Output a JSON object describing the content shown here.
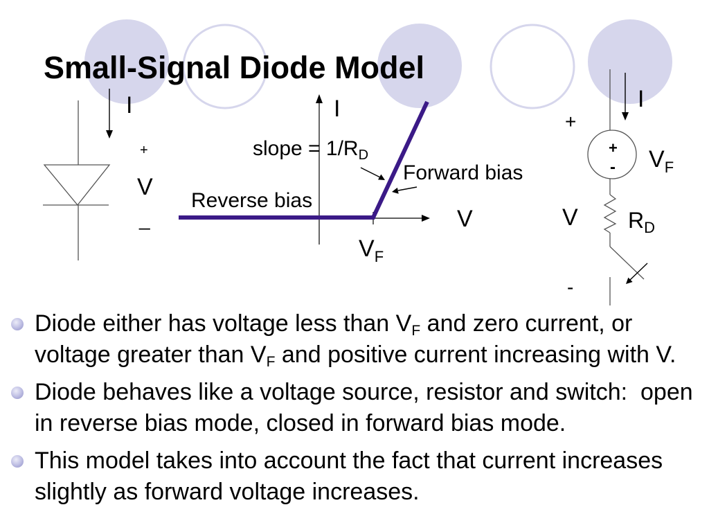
{
  "slide": {
    "title": "Small-Signal Diode Model",
    "accent_color": "#d6d6ec",
    "curve_color": "#3b1a87"
  },
  "diode_symbol": {
    "current_label": "I",
    "plus_label": "+",
    "voltage_label": "V",
    "minus_label": "_"
  },
  "iv_graph": {
    "y_axis_label": "I",
    "x_axis_label": "V",
    "slope_label": "slope = 1/R",
    "slope_label_sub": "D",
    "forward_label": "Forward bias",
    "reverse_label": "Reverse bias",
    "threshold_label": "V",
    "threshold_label_sub": "F"
  },
  "model_circuit": {
    "current_label": "I",
    "plus_label": "+",
    "source_plus": "+",
    "source_minus": "-",
    "source_label": "V",
    "source_label_sub": "F",
    "voltage_label": "V",
    "resistor_label": "R",
    "resistor_label_sub": "D",
    "minus_label": "-"
  },
  "bullets": [
    {
      "a": "Diode either has voltage less than V",
      "sub1": "F",
      "b": " and zero current, or voltage greater than V",
      "sub2": "F",
      "c": " and positive current increasing with V."
    },
    {
      "text": "Diode behaves like a voltage source, resistor and switch:  open in reverse bias mode, closed in forward bias mode."
    },
    {
      "text": "This model takes into account the fact that current increases slightly as forward voltage increases."
    }
  ]
}
